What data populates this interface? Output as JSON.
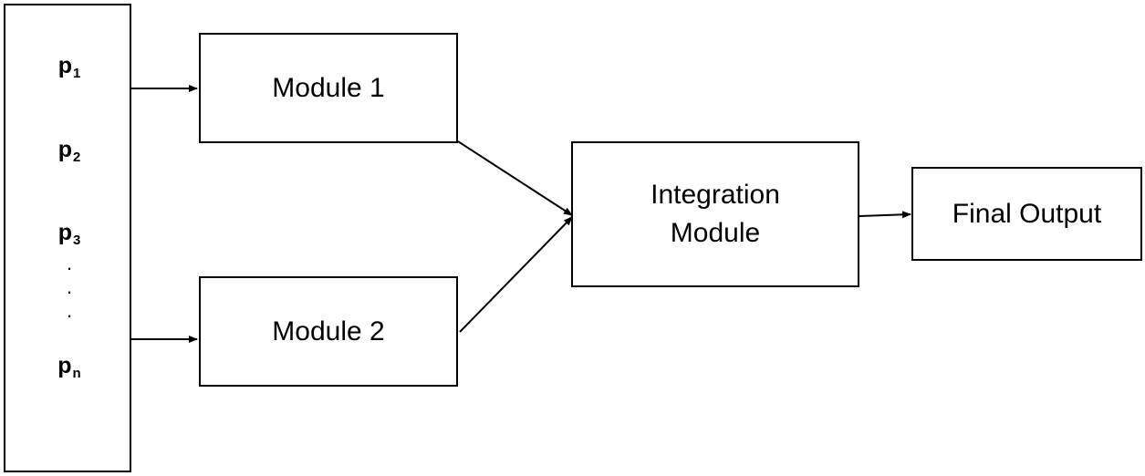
{
  "inputs": {
    "params": [
      {
        "base": "p",
        "sub": "1"
      },
      {
        "base": "p",
        "sub": "2"
      },
      {
        "base": "p",
        "sub": "3"
      },
      {
        "base": "p",
        "sub": "n"
      }
    ],
    "ellipsis": [
      ".",
      ".",
      "."
    ]
  },
  "modules": {
    "module1": "Module 1",
    "module2": "Module 2",
    "integration_line1": "Integration",
    "integration_line2": "Module",
    "final": "Final Output"
  },
  "colors": {
    "stroke": "#000000",
    "background": "#ffffff"
  }
}
